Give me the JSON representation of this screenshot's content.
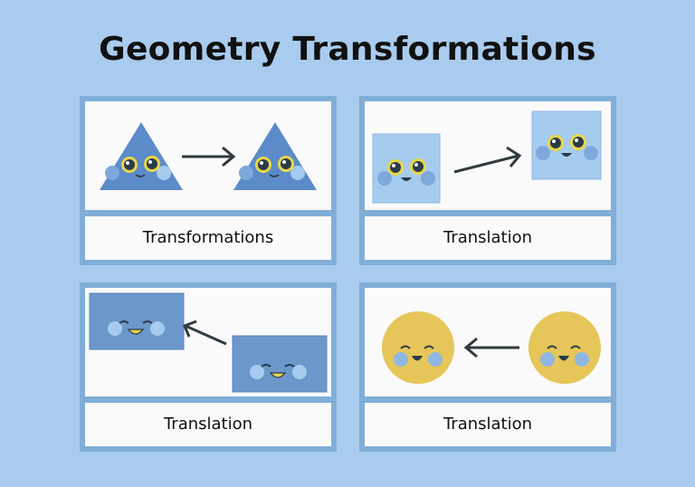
{
  "title": "Geometry Transformations",
  "colors": {
    "background": "#a9cbee",
    "card_frame": "#80aed8",
    "panel": "#fafafa",
    "shape_blue": "#5b8cc9",
    "shape_light_blue": "#a5ccef",
    "rect_blue": "#6c97cb",
    "circle_yellow": "#e6c659",
    "cheek": "#7ea8db",
    "eye": "#e8d64a",
    "arrow": "#2f3b3f"
  },
  "cards": [
    {
      "label": "Transformations",
      "shape": "triangle",
      "arrow": "right"
    },
    {
      "label": "Translation",
      "shape": "square",
      "arrow": "up-right"
    },
    {
      "label": "Translation",
      "shape": "rectangle",
      "arrow": "up-left"
    },
    {
      "label": "Translation",
      "shape": "circle",
      "arrow": "left"
    }
  ]
}
